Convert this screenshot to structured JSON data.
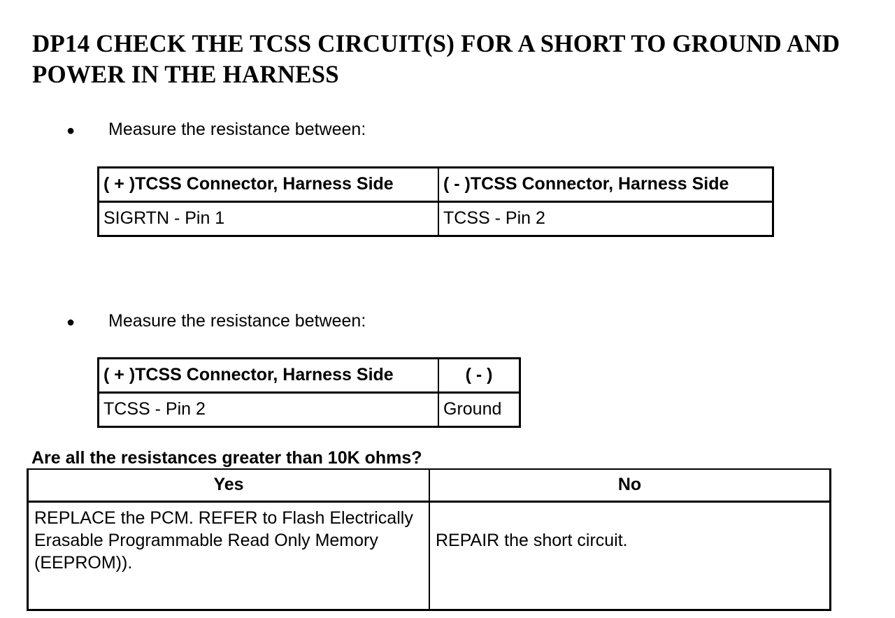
{
  "document": {
    "title": "DP14 CHECK THE TCSS CIRCUIT(S) FOR A SHORT TO GROUND AND POWER IN THE HARNESS"
  },
  "steps": [
    {
      "bullet": "●",
      "instruction": "Measure the resistance between:",
      "table": {
        "headers": [
          "( + )TCSS Connector, Harness Side",
          "( - )TCSS Connector, Harness Side"
        ],
        "rows": [
          [
            "SIGRTN - Pin 1",
            "TCSS - Pin 2"
          ]
        ]
      }
    },
    {
      "bullet": "●",
      "instruction": "Measure the resistance between:",
      "table": {
        "headers": [
          "( + )TCSS Connector, Harness Side",
          "( - )"
        ],
        "rows": [
          [
            "TCSS - Pin 2",
            "Ground"
          ]
        ]
      }
    }
  ],
  "question": "Are all the resistances greater than 10K ohms?",
  "decision_table": {
    "headers": [
      "Yes",
      "No"
    ],
    "rows": [
      [
        "REPLACE the PCM. REFER to Flash Electrically Erasable Programmable Read Only Memory (EEPROM)).",
        "REPAIR the short circuit."
      ]
    ]
  }
}
